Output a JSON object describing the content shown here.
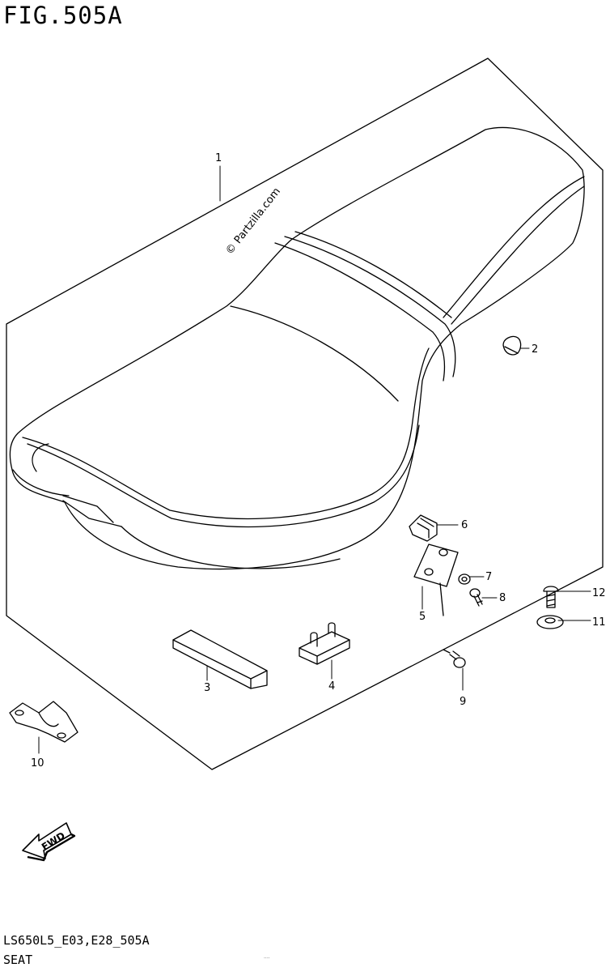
{
  "header": {
    "figure_id": "FIG.505A"
  },
  "footer": {
    "code": "LS650L5_E03,E28_505A",
    "name": "SEAT",
    "small_text": "...."
  },
  "watermark": {
    "text": "© Partzilla.com"
  },
  "fwd_arrow": {
    "label": "FWD"
  },
  "callouts": [
    "1",
    "2",
    "3",
    "4",
    "5",
    "6",
    "7",
    "8",
    "9",
    "10",
    "11",
    "12"
  ]
}
